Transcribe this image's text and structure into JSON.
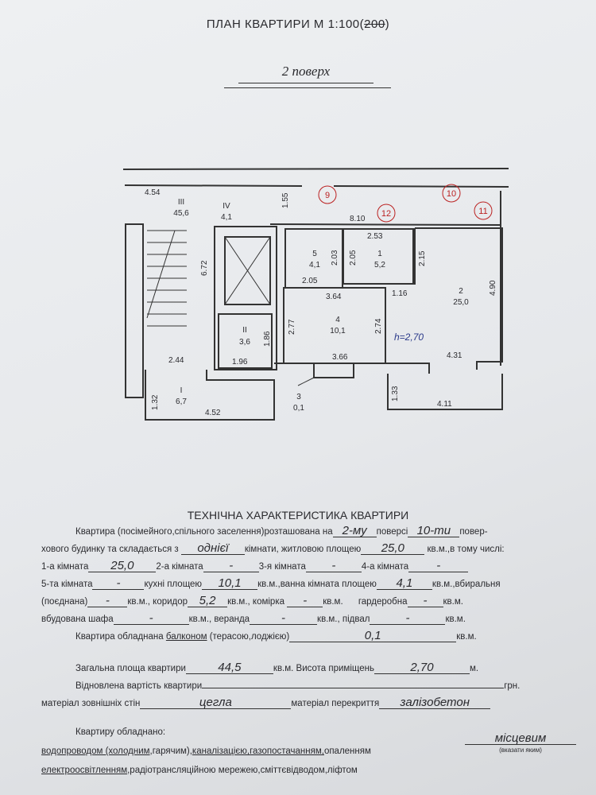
{
  "header": {
    "title": "ПЛАН КВАРТИРИ М 1:100(",
    "title_struck": "200",
    "title_end": ")",
    "floor": "2 поверх"
  },
  "plan": {
    "dims": {
      "d454": "4.54",
      "d155": "1.55",
      "d810": "8.10",
      "d253": "2.53",
      "d215": "2.15",
      "d490": "4.90",
      "d672": "6.72",
      "d203": "2.03",
      "d205a": "2.05",
      "d205b": "2.05",
      "d364": "3.64",
      "d116": "1.16",
      "d277": "2.77",
      "d274": "2.74",
      "d366": "3.66",
      "d431": "4.31",
      "d244": "2.44",
      "d196": "1.96",
      "d186": "1.86",
      "d132": "1.32",
      "d452": "4.52",
      "d133": "1.33",
      "d411": "4.11"
    },
    "rooms": {
      "III": {
        "num": "III",
        "area": "45,6"
      },
      "IV": {
        "num": "IV",
        "area": "4,1"
      },
      "II": {
        "num": "II",
        "area": "3,6"
      },
      "I": {
        "num": "I",
        "area": "6,7"
      },
      "r1": {
        "num": "1",
        "area": "5,2"
      },
      "r2": {
        "num": "2",
        "area": "25,0"
      },
      "r3": {
        "num": "3",
        "area": "0,1"
      },
      "r4": {
        "num": "4",
        "area": "10,1"
      },
      "r5": {
        "num": "5",
        "area": "4,1"
      }
    },
    "markers": [
      "9",
      "10",
      "11",
      "12"
    ],
    "height_note": "h=2,70"
  },
  "tech": {
    "title": "ТЕХНІЧНА ХАРАКТЕРИСТИКА КВАРТИРИ",
    "l1a": "Квартира (посімейного,спільного заселення)розташована на",
    "floor_val": "2-му",
    "l1b": "поверсі",
    "floors_val": "10-ти",
    "l1c": "повер-",
    "l2a": "хового будинку та складається з",
    "rooms_val": "однієї",
    "l2b": "кімнати, житловою площею",
    "living_val": "25,0",
    "l2c": "кв.м.,в тому числі:",
    "l3a": "1-а кімната",
    "room1": "25,0",
    "l3b": "2-а кімната",
    "room2": "-",
    "l3c": "3-я кімната",
    "room3": "-",
    "l3d": "4-а кімната",
    "room4": "-",
    "l4a": "5-та кімната",
    "room5": "-",
    "l4b": "кухні площею",
    "kitchen": "10,1",
    "l4c": "кв.м.,ванна кімната площею",
    "bath": "4,1",
    "l4d": "кв.м.,вбиральня",
    "l5a": "(поєднана)",
    "toilet": "-",
    "l5b": "кв.м., коридор",
    "corridor": "5,2",
    "l5c": "кв.м., комірка",
    "storage": "-",
    "l5d": "кв.м.",
    "l5e": "гардеробна",
    "wardrobe": "-",
    "l5f": "кв.м.",
    "l6a": "вбудована шафа",
    "closet": "-",
    "l6b": "кв.м., веранда",
    "veranda": "-",
    "l6c": "кв.м., підвал",
    "basement": "-",
    "l6d": "кв.м.",
    "l7a": "Квартира обладнана",
    "l7u": "балконом",
    "l7b": "(терасою,лоджією)",
    "balcony": "0,1",
    "l7c": "кв.м.",
    "l8a": "Загальна площа квартири",
    "total": "44,5",
    "l8b": "кв.м. Висота приміщень",
    "height": "2,70",
    "l8c": "м.",
    "l9a": "Відновлена вартість квартири",
    "value": "",
    "l9b": "грн.",
    "l10a": "матеріал зовнішніх стін",
    "walls": "цегла",
    "l10b": "матеріал перекриття",
    "floors_mat": "залізобетон",
    "l11": "Квартиру обладнано:",
    "l12u1": "водопроводом (холодним",
    ",": "",
    "l12a": ",гарячим),",
    "l12u2": "каналізацією,газопостачанням,",
    "l12b": "опаленням",
    "heating": "місцевим",
    "heating_note": "(вказати яким)",
    "l13u": "електроосвітленням",
    "l13a": ",радіотрансляційною мережею,сміттєвідводом,ліфтом"
  }
}
